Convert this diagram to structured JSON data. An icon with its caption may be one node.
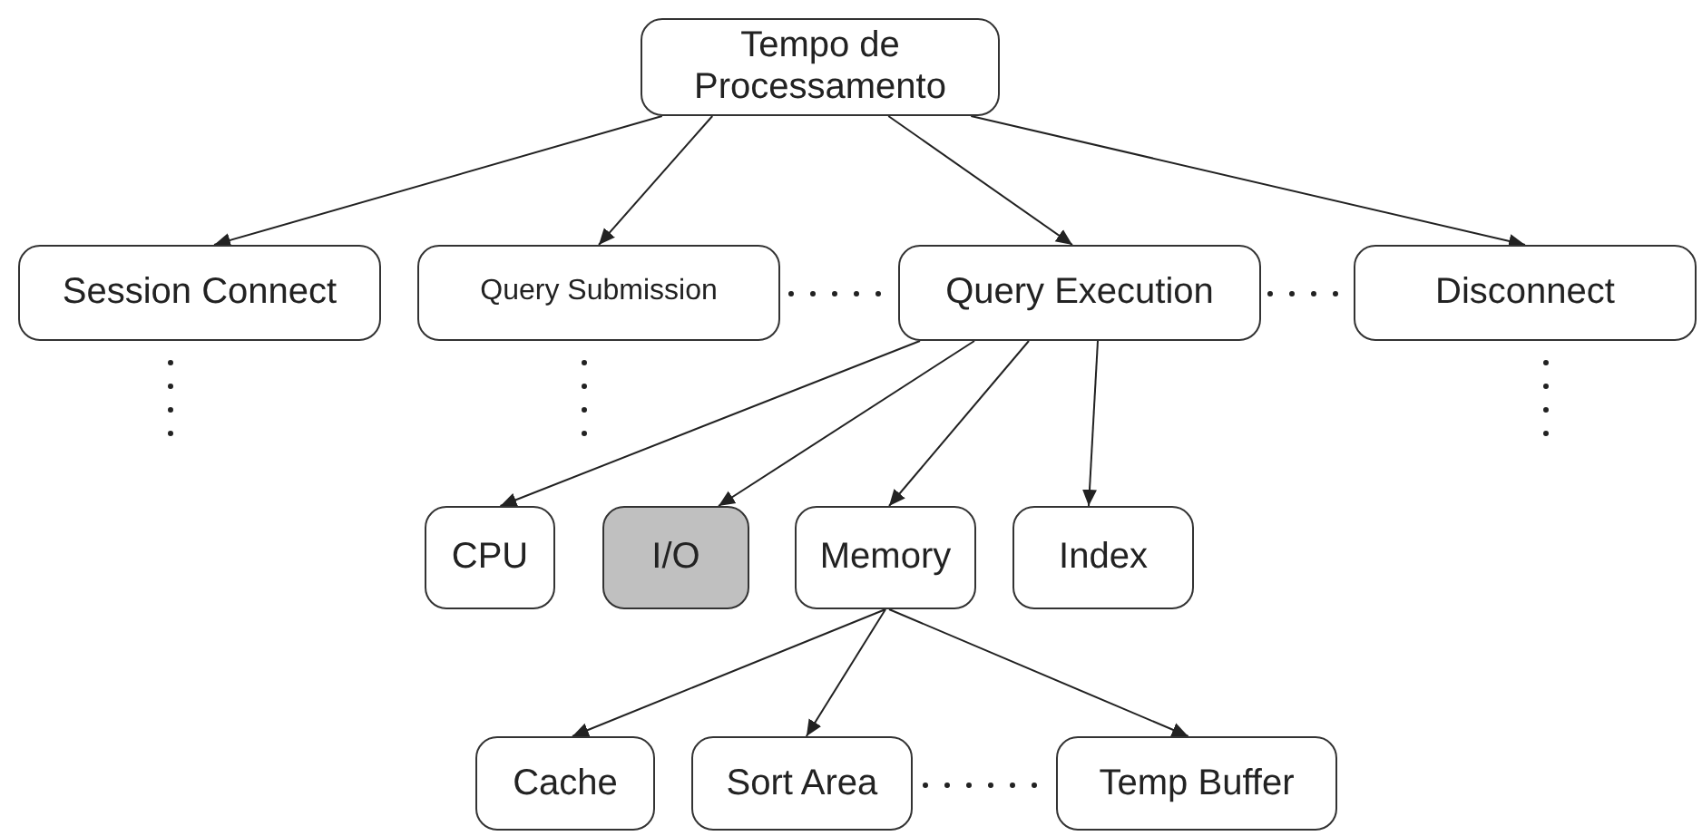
{
  "diagram": {
    "nodes": [
      {
        "text": [
          "Tempo de Processamento"
        ]
      },
      {
        "text": [
          "Session Connect"
        ]
      },
      {
        "text": [
          "Query Submission"
        ]
      },
      {
        "text": [
          "Query Execution"
        ]
      },
      {
        "text": [
          "Disconnect"
        ]
      },
      {
        "text": [
          "CPU"
        ]
      },
      {
        "text": [
          "I/O"
        ]
      },
      {
        "text": [
          "Memory"
        ]
      },
      {
        "text": [
          "Index"
        ]
      },
      {
        "text": [
          "Cache"
        ]
      },
      {
        "text": [
          "Sort Area"
        ]
      },
      {
        "text": [
          "Temp Buffer"
        ]
      }
    ],
    "edges": [
      {
        "from": 0,
        "to": 1,
        "arrow": "to"
      },
      {
        "from": 0,
        "to": 2,
        "arrow": "to"
      },
      {
        "from": 0,
        "to": 3,
        "arrow": "to"
      },
      {
        "from": 0,
        "to": 4,
        "arrow": "to"
      },
      {
        "from": 3,
        "to": 5,
        "arrow": "to"
      },
      {
        "from": 3,
        "to": 6,
        "arrow": "to"
      },
      {
        "from": 3,
        "to": 7,
        "arrow": "to"
      },
      {
        "from": 3,
        "to": 8,
        "arrow": "to"
      },
      {
        "from": 7,
        "to": 9,
        "arrow": "to"
      },
      {
        "from": 7,
        "to": 10,
        "arrow": "to"
      },
      {
        "from": 7,
        "to": 11,
        "arrow": "to"
      }
    ]
  }
}
